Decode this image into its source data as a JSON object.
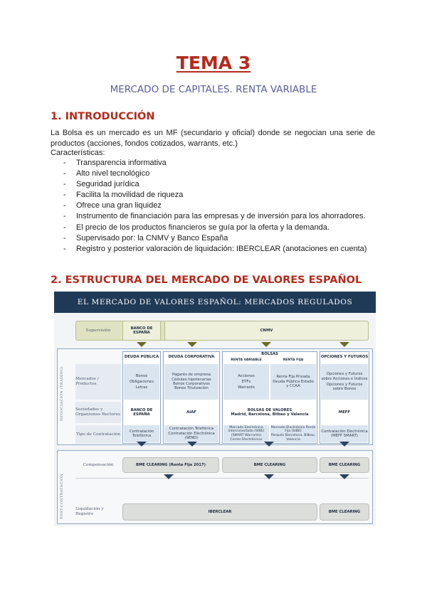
{
  "title": "TEMA 3",
  "subtitle": "MERCADO DE CAPITALES. RENTA VARIABLE",
  "section1": {
    "heading": "1. INTRODUCCIÓN",
    "intro": "La Bolsa es un mercado es un MF (secundario y oficial) donde se negocian una serie de productos (acciones, fondos cotizados, warrants, etc.)",
    "features_label": "Características:",
    "bullets": [
      "Transparencia informativa",
      "Alto nivel tecnológico",
      "Seguridad jurídica",
      "Facilita la movilidad de riqueza",
      "Ofrece una gran liquidez",
      "Instrumento de financiación para las empresas y de inversión para los ahorradores.",
      "El precio de los productos financieros se guía por la oferta y la demanda.",
      "Supervisado por: la CNMV y Banco España",
      "Registro y posterior valoración de liquidación: IBERCLEAR (anotaciones en cuenta)"
    ]
  },
  "section2": {
    "heading": "2. ESTRUCTURA DEL MERCADO DE VALORES ESPAÑOL"
  },
  "diagram": {
    "banner": "EL MERCADO DE VALORES ESPAÑOL: MERCADOS REGULADOS",
    "supervisor_label": "Supervisión",
    "banco_espana": "BANCO DE ESPAÑA",
    "cnmv": "CNMV",
    "side_negociacion": "NEGOCIACIÓN (TRADING)",
    "side_post": "POST-CONTRATACIÓN",
    "row_labels": {
      "mercados": "Mercados / Productos",
      "sociedades": "Sociedades y Organismos Rectores",
      "contratacion": "Tipo de Contratación",
      "compensacion": "Compensación",
      "liquidacion": "Liquidación y Registro"
    },
    "col_deuda_publica": {
      "header": "DEUDA PÚBLICA",
      "products": "Bonos\nObligaciones\nLetras",
      "rector": "BANCO DE ESPAÑA",
      "contratacion": "Contratación Telefónica"
    },
    "col_deuda_corporativa": {
      "header": "DEUDA CORPORATIVA",
      "products": "Pagarés de empresa\nCédulas hipotecarias\nBonos Corporativos\nBonos Titulización",
      "rector": "AIAF",
      "contratacion1": "Contratación Telefónica",
      "contratacion2": "Contratación Electrónica (SEND)"
    },
    "col_bolsas": {
      "header": "BOLSAS",
      "sub_rv": "RENTA VARIABLE",
      "sub_rf": "RENTA FIJA",
      "products_rv": "Acciones\nETFs\nWarrants",
      "products_rf": "Renta Fija Privada\nDeuda Pública Estado y CCAA",
      "rector_title": "BOLSAS DE VALORES",
      "rector_sub": "Madrid, Barcelona, Bilbao y Valencia",
      "contratacion_rv": "Mercado Electrónico Interconectado (SIBE) (SMART Warrants)\nCorros Electrónicos",
      "contratacion_rf": "Mercado Electrónico Renta Fija (SIBE)\nParqués Barcelona, Bilbao, Valencia"
    },
    "col_opciones": {
      "header": "OPCIONES Y FUTUROS",
      "products1": "Opciones y Futuros sobre Acciones e Índices",
      "products2": "Opciones y Futuros sobre Bonos",
      "rector": "MEFF",
      "contratacion": "Contratación Electrónica (MEFF SMART)"
    },
    "clearing_rf": "BME CLEARING (Renta Fija 2017)",
    "clearing_rv": "BME CLEARING",
    "clearing_der": "BME CLEARING",
    "iberclear": "IBERCLEAR",
    "liq_der": "BME CLEARING"
  }
}
